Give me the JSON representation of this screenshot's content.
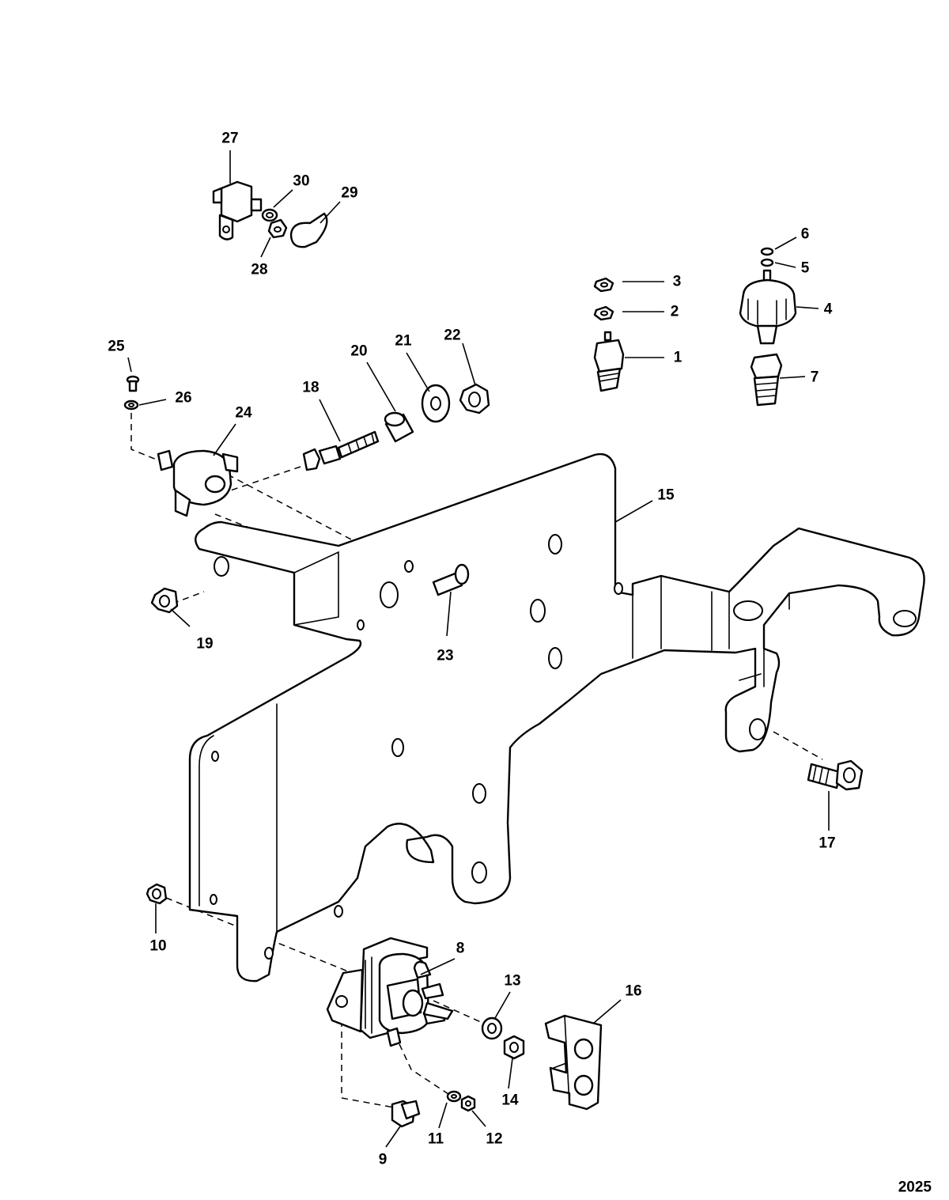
{
  "figure": {
    "number": "2025"
  },
  "callouts": [
    {
      "id": "1",
      "label": "1"
    },
    {
      "id": "2",
      "label": "2"
    },
    {
      "id": "3",
      "label": "3"
    },
    {
      "id": "4",
      "label": "4"
    },
    {
      "id": "5",
      "label": "5"
    },
    {
      "id": "6",
      "label": "6"
    },
    {
      "id": "7",
      "label": "7"
    },
    {
      "id": "8",
      "label": "8"
    },
    {
      "id": "9",
      "label": "9"
    },
    {
      "id": "10",
      "label": "10"
    },
    {
      "id": "11",
      "label": "11"
    },
    {
      "id": "12",
      "label": "12"
    },
    {
      "id": "13",
      "label": "13"
    },
    {
      "id": "14",
      "label": "14"
    },
    {
      "id": "15",
      "label": "15"
    },
    {
      "id": "16",
      "label": "16"
    },
    {
      "id": "17",
      "label": "17"
    },
    {
      "id": "18",
      "label": "18"
    },
    {
      "id": "19",
      "label": "19"
    },
    {
      "id": "20",
      "label": "20"
    },
    {
      "id": "21",
      "label": "21"
    },
    {
      "id": "22",
      "label": "22"
    },
    {
      "id": "23",
      "label": "23"
    },
    {
      "id": "24",
      "label": "24"
    },
    {
      "id": "25",
      "label": "25"
    },
    {
      "id": "26",
      "label": "26"
    },
    {
      "id": "27",
      "label": "27"
    },
    {
      "id": "28",
      "label": "28"
    },
    {
      "id": "29",
      "label": "29"
    },
    {
      "id": "30",
      "label": "30"
    }
  ]
}
